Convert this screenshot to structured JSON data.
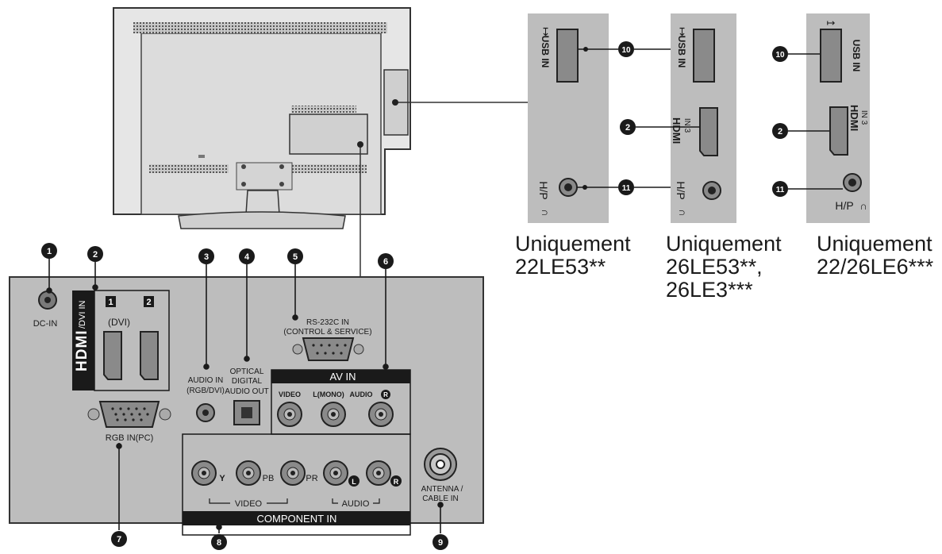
{
  "rear_panel": {
    "dc_in": "DC-IN",
    "hdmi_label": "/DVI IN",
    "hdmi_port_1": "1",
    "hdmi_port_2": "2",
    "dvi_note": "(DVI)",
    "rgb_in": "RGB IN(PC)",
    "audio_in_line1": "AUDIO IN",
    "audio_in_line2": "(RGB/DVI)",
    "optical_line1": "OPTICAL",
    "optical_line2": "DIGITAL",
    "optical_line3": "AUDIO OUT",
    "rs232_line1": "RS-232C IN",
    "rs232_line2": "(CONTROL & SERVICE)",
    "av_in": "AV IN",
    "av_video": "VIDEO",
    "av_mono": "L(MONO)",
    "av_audio": "AUDIO",
    "av_r": "R",
    "comp_y": "Y",
    "comp_pb": "PB",
    "comp_pr": "PR",
    "comp_l": "L",
    "comp_r": "R",
    "comp_video": "VIDEO",
    "comp_audio": "AUDIO",
    "component_in": "COMPONENT IN",
    "antenna_line1": "ANTENNA /",
    "antenna_line2": "CABLE IN"
  },
  "callouts": [
    "1",
    "2",
    "3",
    "4",
    "5",
    "6",
    "7",
    "8",
    "9",
    "10",
    "11"
  ],
  "side_panels": {
    "usb_in": "USB IN",
    "hdmi_in3": "IN 3",
    "hp": "H/P"
  },
  "captions": {
    "model_a_line1": "Uniquement",
    "model_a_line2": "22LE53**",
    "model_b_line1": "Uniquement",
    "model_b_line2": "26LE53**,",
    "model_b_line3": "26LE3***",
    "model_c_line1": "Uniquement",
    "model_c_line2": "22/26LE6***"
  },
  "colors": {
    "panel_gray": "#bdbdbd",
    "port_gray": "#8a8a8a",
    "black": "#1a1a1a"
  }
}
